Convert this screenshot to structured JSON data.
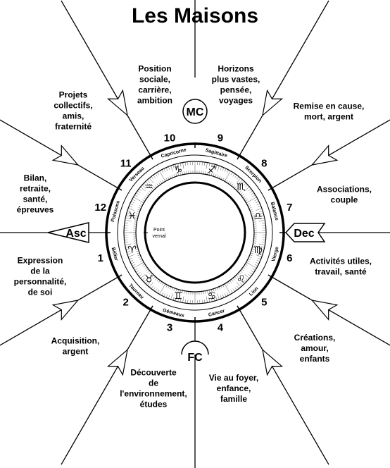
{
  "title": "Les Maisons",
  "axes": {
    "asc": "Asc",
    "dec": "Dec",
    "mc": "MC",
    "fc": "FC"
  },
  "point_vernal": [
    "Point",
    "vernal"
  ],
  "houses": [
    {
      "num": "1",
      "desc": [
        "Expression",
        "de la",
        "personnalité,",
        "de soi"
      ]
    },
    {
      "num": "2",
      "desc": [
        "Acquisition,",
        "argent"
      ]
    },
    {
      "num": "3",
      "desc": [
        "Découverte",
        "de",
        "l'environnement,",
        "études"
      ]
    },
    {
      "num": "4",
      "desc": [
        "Vie au foyer,",
        "enfance,",
        "famille"
      ]
    },
    {
      "num": "5",
      "desc": [
        "Créations,",
        "amour,",
        "enfants"
      ]
    },
    {
      "num": "6",
      "desc": [
        "Activités utiles,",
        "travail, santé"
      ]
    },
    {
      "num": "7",
      "desc": [
        "Associations,",
        "couple"
      ]
    },
    {
      "num": "8",
      "desc": [
        "Remise en cause,",
        "mort, argent"
      ]
    },
    {
      "num": "9",
      "desc": [
        "Horizons",
        "plus vastes,",
        "pensée,",
        "voyages"
      ]
    },
    {
      "num": "10",
      "desc": [
        "Position",
        "sociale,",
        "carrière,",
        "ambition"
      ]
    },
    {
      "num": "11",
      "desc": [
        "Projets",
        "collectifs,",
        "amis,",
        "fraternité"
      ]
    },
    {
      "num": "12",
      "desc": [
        "Bilan,",
        "retraite,",
        "santé,",
        "épreuves"
      ]
    }
  ],
  "signs": [
    {
      "name": "Bélier",
      "glyph": "♈"
    },
    {
      "name": "Taureau",
      "glyph": "♉"
    },
    {
      "name": "Gémeaux",
      "glyph": "♊"
    },
    {
      "name": "Cancer",
      "glyph": "♋"
    },
    {
      "name": "Lion",
      "glyph": "♌"
    },
    {
      "name": "Vierge",
      "glyph": "♍"
    },
    {
      "name": "Balance",
      "glyph": "♎"
    },
    {
      "name": "Scorpion",
      "glyph": "♏"
    },
    {
      "name": "Sagittaire",
      "glyph": "♐"
    },
    {
      "name": "Capricorne",
      "glyph": "♑"
    },
    {
      "name": "Verseau",
      "glyph": "♒"
    },
    {
      "name": "Poissons",
      "glyph": "♓"
    }
  ]
}
